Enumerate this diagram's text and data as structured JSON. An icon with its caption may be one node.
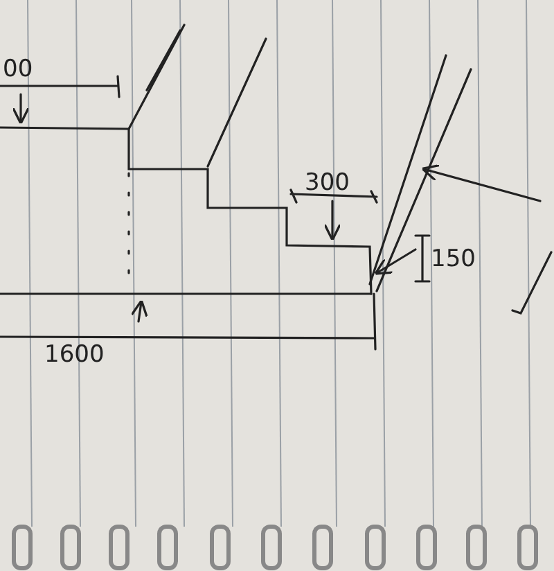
{
  "diagram": {
    "labels": [
      "00",
      "300",
      "150",
      "1600"
    ]
  }
}
